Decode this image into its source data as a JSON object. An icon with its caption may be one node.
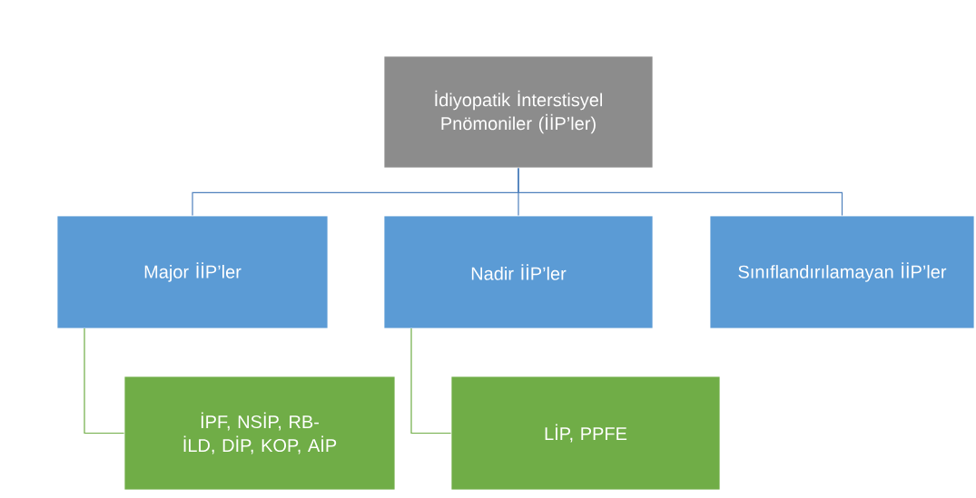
{
  "diagram": {
    "nodes": [
      {
        "text": [
          "İdiyopatik İnterstisyel Pnömoniler (İİP’ler)"
        ]
      },
      {
        "text": [
          "Major İİP’ler"
        ]
      },
      {
        "text": [
          "Nadir İİP’ler"
        ]
      },
      {
        "text": [
          "Sınıflandırılamayan İİP’ler"
        ]
      },
      {
        "text": [
          "İPF, NSİP, RB-İLD, DİP, KOP, AİP"
        ]
      },
      {
        "text": [
          "LİP, PPFE"
        ]
      }
    ],
    "edges": [
      {
        "from": 0,
        "to": 1,
        "arrow": "none"
      },
      {
        "from": 0,
        "to": 2,
        "arrow": "none"
      },
      {
        "from": 0,
        "to": 3,
        "arrow": "none"
      },
      {
        "from": 1,
        "to": 4,
        "arrow": "none",
        "color": "#70ad47"
      },
      {
        "from": 2,
        "to": 5,
        "arrow": "none",
        "color": "#70ad47"
      }
    ]
  }
}
